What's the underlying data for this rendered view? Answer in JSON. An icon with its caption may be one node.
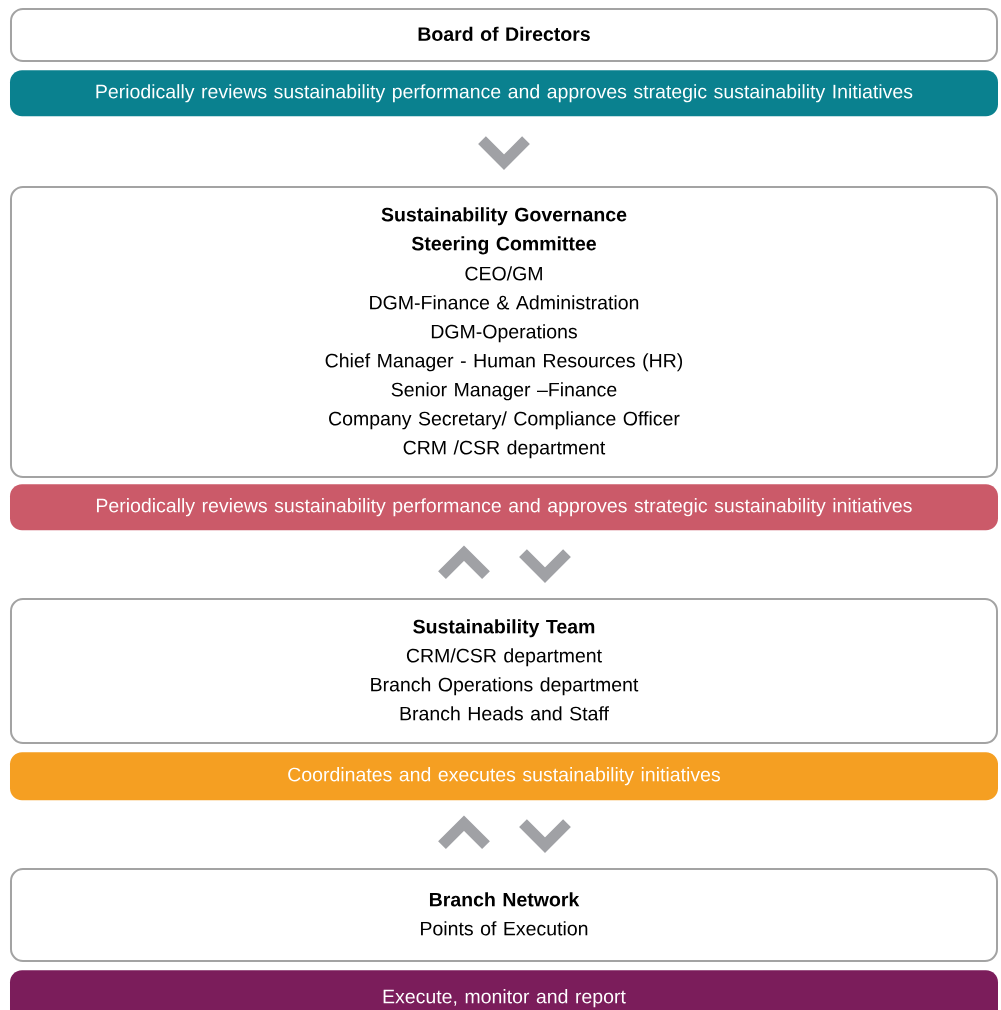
{
  "diagram": {
    "nodes": [
      {
        "text": [
          "Board of Directors"
        ]
      },
      {
        "text": [
          "Periodically reviews sustainability performance and approves strategic sustainability Initiatives"
        ]
      },
      {
        "text": [
          "Sustainability Governance Steering Committee",
          "CEO/GM",
          "DGM-Finance & Administration",
          "DGM-Operations",
          "Chief Manager - Human Resources (HR)",
          "Senior Manager –Finance",
          "Company Secretary/ Compliance Officer",
          "CRM /CSR department"
        ]
      },
      {
        "text": [
          "Periodically reviews sustainability performance and approves strategic sustainability initiatives"
        ]
      },
      {
        "text": [
          "Sustainability Team",
          "CRM/CSR department",
          "Branch Operations department",
          "Branch Heads and Staff"
        ]
      },
      {
        "text": [
          "Coordinates and executes sustainability initiatives"
        ]
      },
      {
        "text": [
          "Branch Network",
          "Points of Execution"
        ]
      },
      {
        "text": [
          "Execute, monitor and report"
        ]
      }
    ],
    "edges": [
      {
        "from": 1,
        "to": 2,
        "arrow": "to"
      },
      {
        "from": 4,
        "to": 3,
        "arrow": "to"
      },
      {
        "from": 3,
        "to": 4,
        "arrow": "to"
      },
      {
        "from": 6,
        "to": 5,
        "arrow": "to"
      },
      {
        "from": 5,
        "to": 6,
        "arrow": "to"
      }
    ]
  }
}
